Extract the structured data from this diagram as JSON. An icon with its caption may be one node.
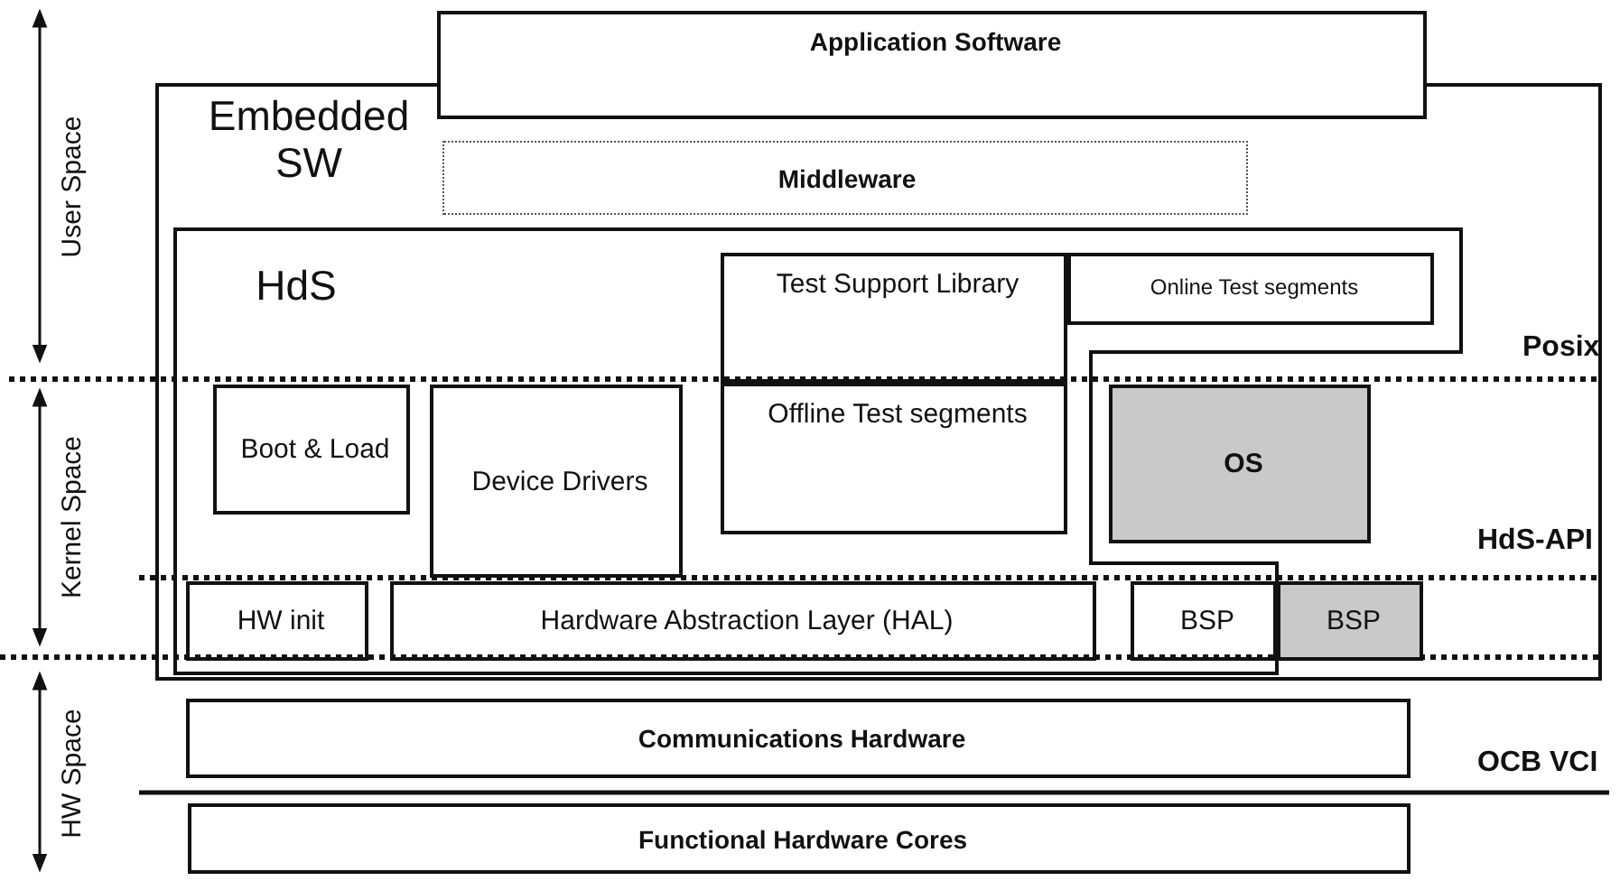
{
  "diagram": {
    "nodes": [
      {
        "text": [
          "Application Software"
        ]
      },
      {
        "text": [
          "Embedded SW"
        ]
      },
      {
        "text": [
          "Middleware"
        ],
        "in": 1
      },
      {
        "text": [
          "HdS"
        ],
        "in": 1
      },
      {
        "text": [
          "Test Support Library"
        ],
        "in": 3
      },
      {
        "text": [
          "Online Test segments"
        ],
        "in": 3
      },
      {
        "text": [
          "Boot & Load"
        ],
        "in": 3
      },
      {
        "text": [
          "Device Drivers"
        ],
        "in": 3
      },
      {
        "text": [
          "Offline Test segments"
        ],
        "in": 3
      },
      {
        "text": [
          "OS"
        ],
        "in": 1
      },
      {
        "text": [
          "HW init"
        ],
        "in": 3
      },
      {
        "text": [
          "Hardware Abstraction Layer (HAL)"
        ],
        "in": 3
      },
      {
        "text": [
          "BSP"
        ],
        "in": 3
      },
      {
        "text": [
          "BSP"
        ],
        "in": 1
      },
      {
        "text": [
          "Communications Hardware"
        ]
      },
      {
        "text": [
          "Functional Hardware Cores"
        ]
      }
    ],
    "labels": [
      "User Space",
      "Kernel Space",
      "HW Space",
      "Posix",
      "HdS-API",
      "OCB VCI"
    ]
  }
}
